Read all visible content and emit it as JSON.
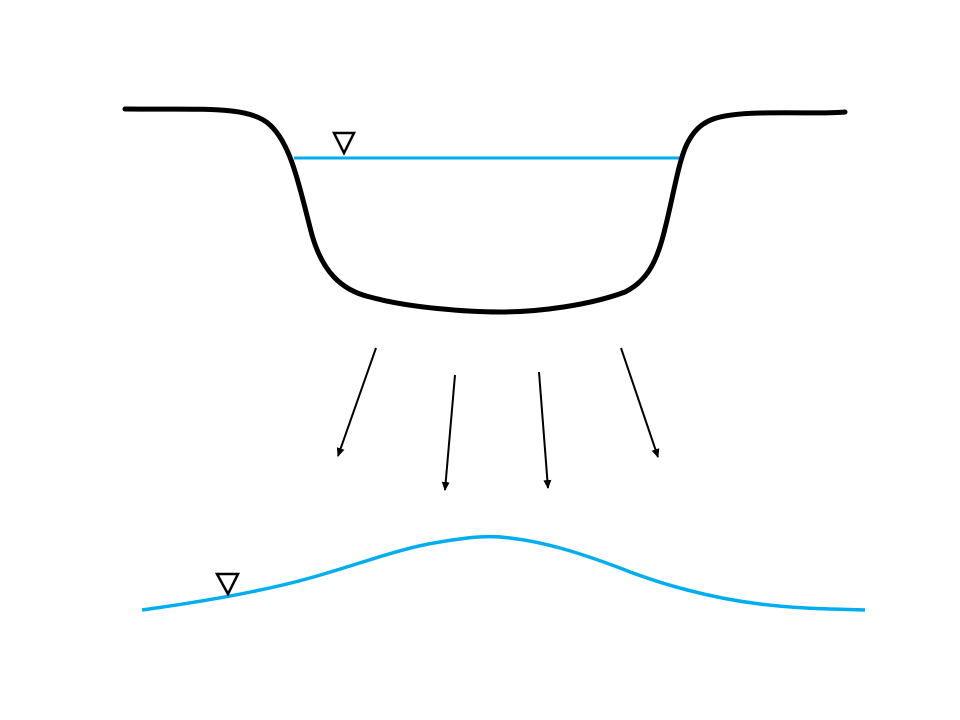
{
  "diagram": {
    "type": "losing-stream",
    "elements": {
      "channel": "stream-channel",
      "stream_water_surface": "water-surface",
      "seepage": "downward-seepage-arrows",
      "groundwater": "water-table-mound"
    },
    "seepage_arrow_count": 4,
    "water_level_symbol": "inverted-triangle",
    "colors": {
      "channel": "#000000",
      "water": "#00aeef",
      "arrows": "#000000",
      "background": "#ffffff"
    }
  }
}
